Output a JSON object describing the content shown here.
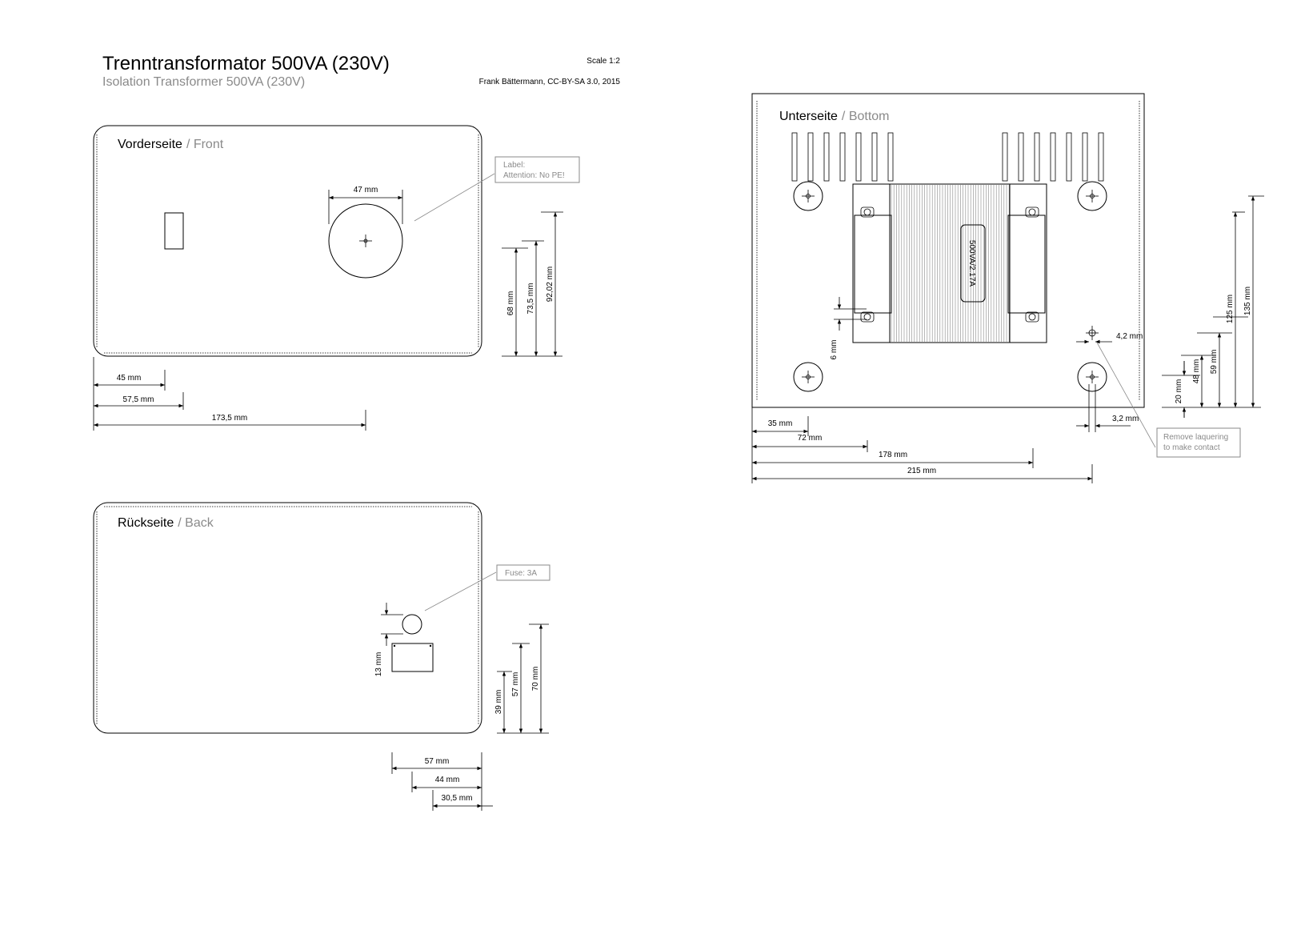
{
  "header": {
    "title_de": "Trenntransformator 500VA (230V)",
    "title_en": "Isolation Transformer 500VA (230V)",
    "scale": "Scale 1:2",
    "author": "Frank Bättermann, CC-BY-SA 3.0, 2015"
  },
  "front": {
    "heading_de": "Vorderseite",
    "heading_en": "/ Front",
    "label_line1": "Label:",
    "label_line2": "Attention: No PE!",
    "dims": {
      "d47": "47 mm",
      "d45": "45 mm",
      "d57_5": "57,5 mm",
      "d173_5": "173,5 mm",
      "d68": "68 mm",
      "d73_5": "73,5 mm",
      "d92_02": "92,02 mm"
    }
  },
  "back": {
    "heading_de": "Rückseite",
    "heading_en": "/ Back",
    "fuse_label": "Fuse: 3A",
    "dims": {
      "d13": "13 mm",
      "d39": "39 mm",
      "d57v": "57 mm",
      "d70": "70 mm",
      "d57h": "57 mm",
      "d44": "44 mm",
      "d30_5": "30,5 mm"
    }
  },
  "bottom": {
    "heading_de": "Unterseite",
    "heading_en": "/ Bottom",
    "core_label": "500VA/2.17A",
    "note_line1": "Remove laquering",
    "note_line2": "to make contact",
    "dims": {
      "d6": "6 mm",
      "d4_2": "4,2 mm",
      "d3_2": "3,2 mm",
      "d35": "35 mm",
      "d72": "72 mm",
      "d178": "178 mm",
      "d215": "215 mm",
      "d20": "20 mm",
      "d48": "48 mm",
      "d59": "59 mm",
      "d125": "125 mm",
      "d135": "135 mm"
    }
  }
}
